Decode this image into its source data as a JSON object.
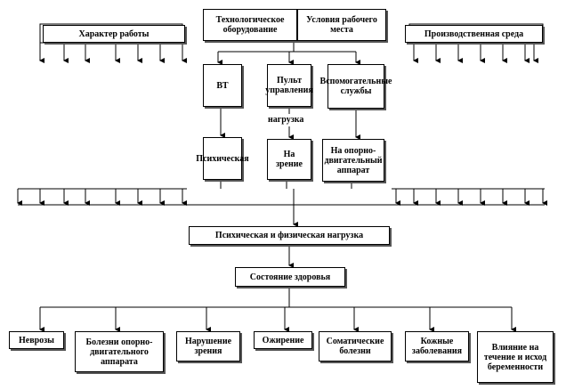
{
  "top": {
    "work_character": "Характер работы",
    "equipment": "Технологическое оборудование",
    "workplace_conditions": "Условия рабочего места",
    "production_env": "Производственная среда"
  },
  "middle": {
    "vt": "ВТ",
    "control_panel": "Пульт управления",
    "auxiliary": "Вспомогательные службы"
  },
  "load_label": "нагрузка",
  "loads": {
    "psychic": "Психическая",
    "vision": "На зрение",
    "musculoskeletal": "На опорно-двигательный аппарат"
  },
  "combined_load": "Психическая и физическая нагрузка",
  "health_state": "Состояние здоровья",
  "outcomes": [
    "Неврозы",
    "Болезни опорно-двигательного аппарата",
    "Нарушение зрения",
    "Ожирение",
    "Соматические болезни",
    "Кожные заболевания",
    "Влияние на течение и исход беременности"
  ]
}
